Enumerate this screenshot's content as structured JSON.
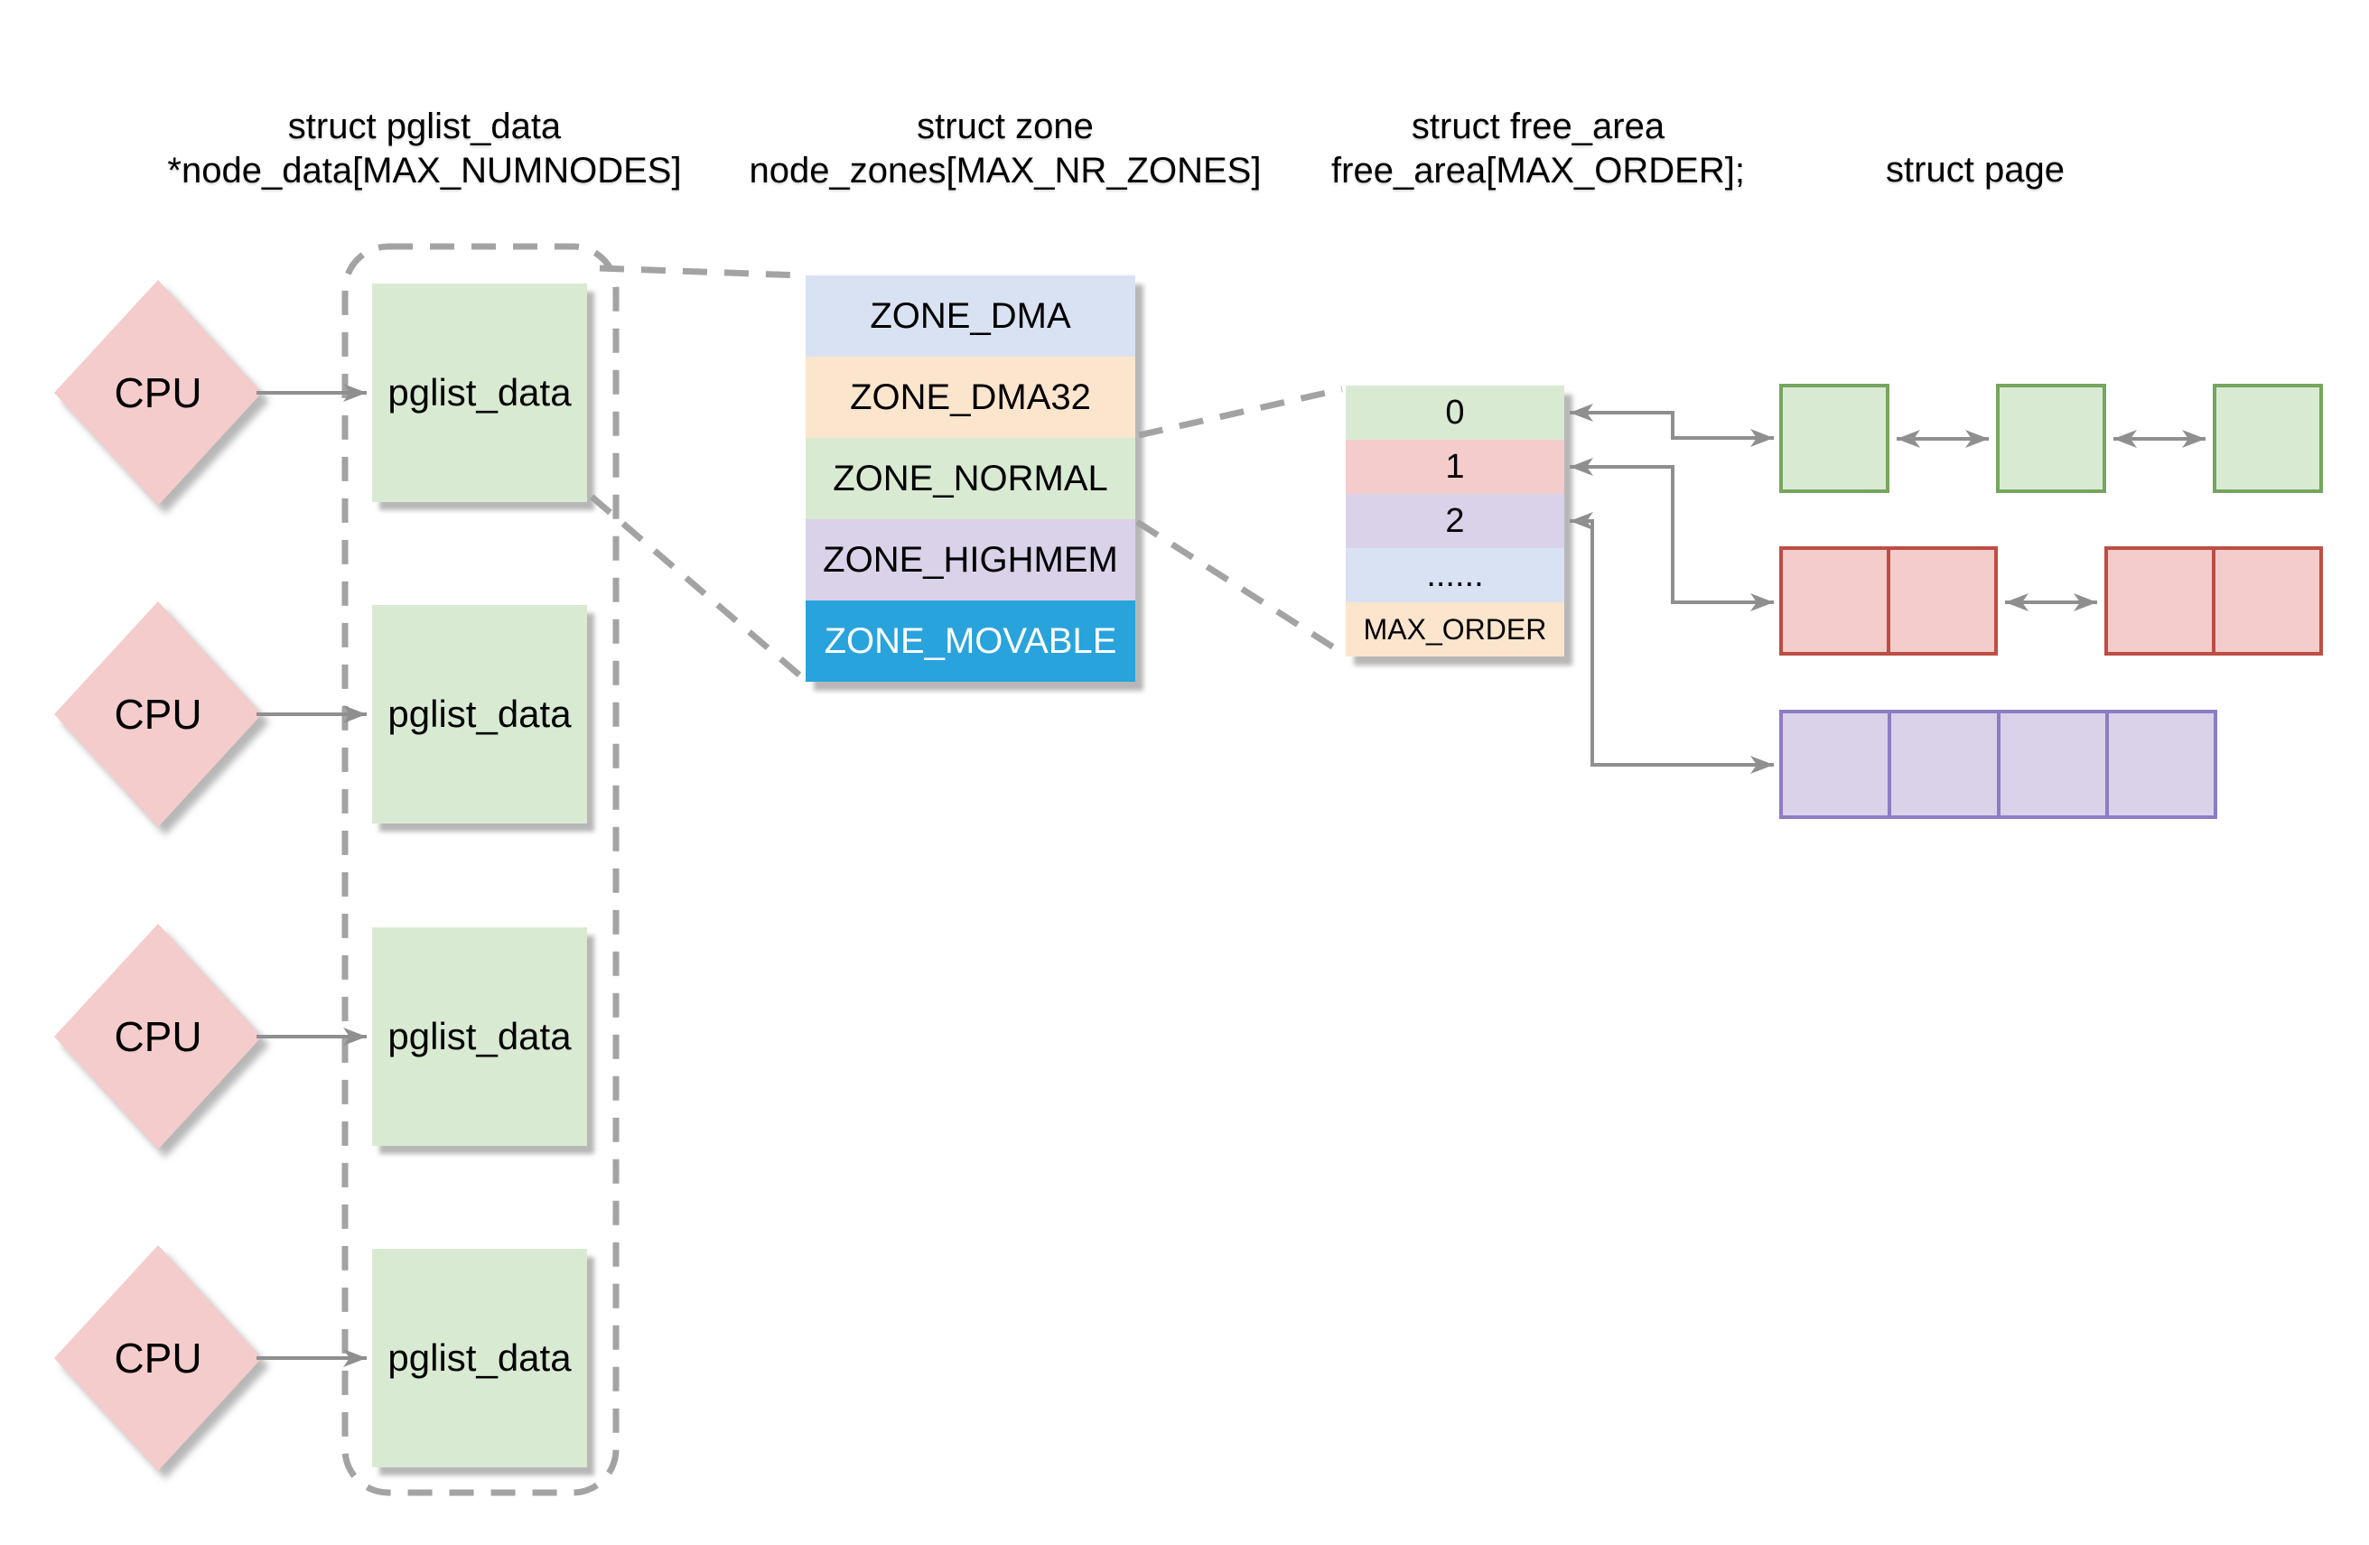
{
  "colors": {
    "pastel-green": "#d9ead3",
    "pastel-pink": "#f4cccc",
    "pastel-purple": "#d9d2e9",
    "pastel-blue": "#d9e2f3",
    "pastel-orange": "#fce5cd",
    "bright-blue": "#29a3dc",
    "border-green": "#76a55e",
    "border-red": "#bd4e44",
    "border-purple": "#8e7cc3",
    "line-gray": "#8f8f8f",
    "dash-gray": "#a3a3a3",
    "shadow-gray": "#b7b7b7"
  },
  "headers": {
    "pglist": {
      "line1": "struct pglist_data",
      "line2": "*node_data[MAX_NUMNODES]"
    },
    "zone": {
      "line1": "struct zone",
      "line2": "node_zones[MAX_NR_ZONES]"
    },
    "free_area": {
      "line1": "struct free_area",
      "line2": "free_area[MAX_ORDER];"
    },
    "page": {
      "line1": "struct page"
    }
  },
  "cpu_column": {
    "items": [
      {
        "label": "CPU"
      },
      {
        "label": "CPU"
      },
      {
        "label": "CPU"
      },
      {
        "label": "CPU"
      }
    ]
  },
  "pglist_column": {
    "boxes": [
      {
        "label": "pglist_data"
      },
      {
        "label": "pglist_data"
      },
      {
        "label": "pglist_data"
      },
      {
        "label": "pglist_data"
      }
    ]
  },
  "zone_table": {
    "rows": [
      {
        "label": "ZONE_DMA",
        "bg": "#d9e2f3",
        "fg": "#000000"
      },
      {
        "label": "ZONE_DMA32",
        "bg": "#fce5cd",
        "fg": "#000000"
      },
      {
        "label": "ZONE_NORMAL",
        "bg": "#d9ead3",
        "fg": "#000000"
      },
      {
        "label": "ZONE_HIGHMEM",
        "bg": "#d9d2e9",
        "fg": "#000000"
      },
      {
        "label": "ZONE_MOVABLE",
        "bg": "#29a3dc",
        "fg": "#ffffff"
      }
    ]
  },
  "free_area_table": {
    "rows": [
      {
        "label": "0",
        "bg": "#d9ead3"
      },
      {
        "label": "1",
        "bg": "#f4cccc"
      },
      {
        "label": "2",
        "bg": "#d9d2e9"
      },
      {
        "label": "......",
        "bg": "#d9e2f3"
      },
      {
        "label": "MAX_ORDER",
        "bg": "#fce5cd"
      }
    ]
  },
  "page_lists": {
    "rows": [
      {
        "order_label": "0",
        "blocks": [
          {
            "pages": 1
          },
          {
            "pages": 1
          },
          {
            "pages": 1
          }
        ],
        "fill": "#d9ead3",
        "border": "#76a55e"
      },
      {
        "order_label": "1",
        "blocks": [
          {
            "pages": 2
          },
          {
            "pages": 2
          }
        ],
        "fill": "#f4cccc",
        "border": "#bd4e44"
      },
      {
        "order_label": "2",
        "blocks": [
          {
            "pages": 4
          }
        ],
        "fill": "#d9d2e9",
        "border": "#8e7cc3"
      }
    ]
  }
}
